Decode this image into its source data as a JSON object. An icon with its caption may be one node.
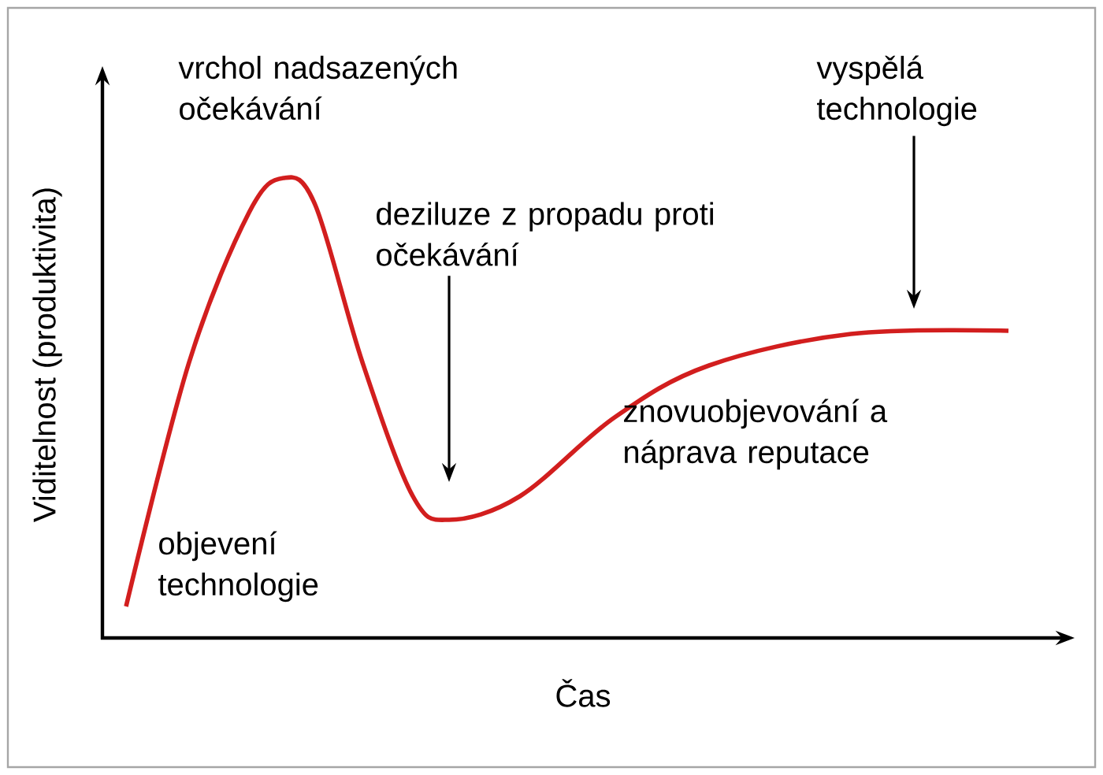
{
  "diagram": {
    "nodes": [
      {
        "text": [
          "deziluze z propadu proti očekávání"
        ]
      },
      {
        "text": [
          "vyspělá technologie"
        ]
      }
    ],
    "edges": [
      {
        "from": 0,
        "to": null,
        "arrow": "to"
      },
      {
        "from": 1,
        "to": null,
        "arrow": "to"
      }
    ],
    "labels": [
      "vrchol nadsazených očekávání",
      "znovuobjevování a náprava reputace",
      "objevení technologie",
      "Viditelnost (produktivita)",
      "Čas"
    ]
  }
}
